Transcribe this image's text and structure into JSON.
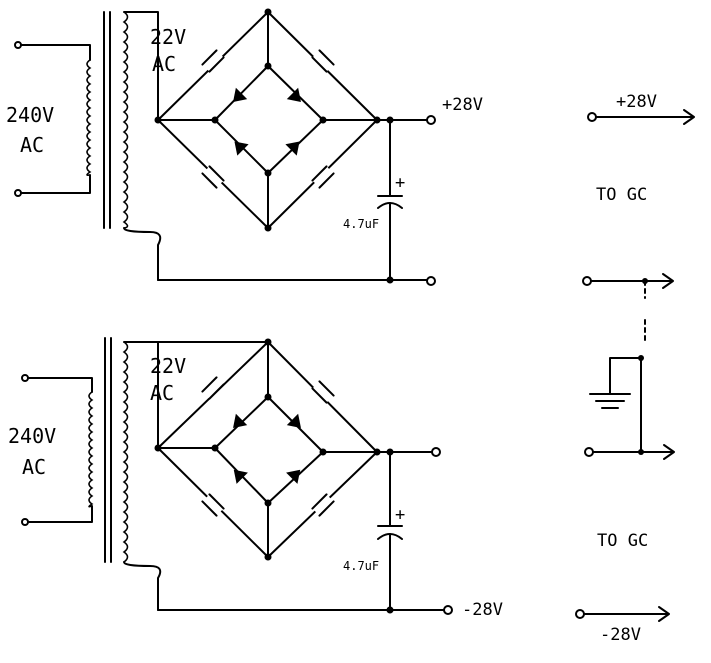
{
  "upper": {
    "primary_label_line1": "240V",
    "primary_label_line2": "AC",
    "secondary_label_line1": "22V",
    "secondary_label_line2": "AC",
    "output_label": "+28V",
    "capacitor_label": "4.7uF",
    "capacitor_polarity": "+"
  },
  "lower": {
    "primary_label_line1": "240V",
    "primary_label_line2": "AC",
    "secondary_label_line1": "22V",
    "secondary_label_line2": "AC",
    "output_label": "-28V",
    "capacitor_label": "4.7uF",
    "capacitor_polarity": "+"
  },
  "right": {
    "top_label": "+28V",
    "top_dest": "TO GC",
    "bottom_dest": "TO GC",
    "bottom_label": "-28V"
  }
}
